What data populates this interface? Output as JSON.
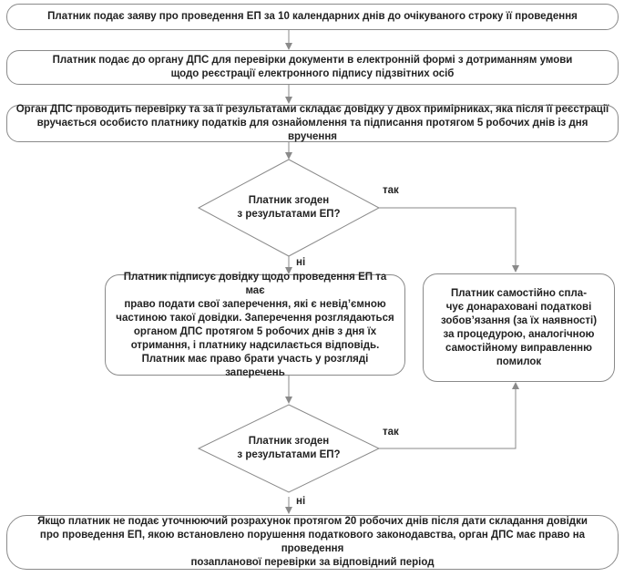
{
  "steps": {
    "s1": "Платник подає заяву про проведення ЕП за 10 календарних днів до очікуваного строку її проведення",
    "s2_line1": "Платник подає до органу ДПС для перевірки документи в електронній формі з дотриманням умови",
    "s2_line2": "щодо реєстрації електронного підпису підзвітних осіб",
    "s3_line1": "Орган ДПС проводить перевірку та за її результатами складає довідку у двох примірниках, яка після її реєстрації",
    "s3_line2": "вручається особисто платнику податків для ознайомлення та підписання протягом 5 робочих днів із дня вручення",
    "sign_lines": [
      "Платник підписує довідку щодо проведення ЕП та має",
      "право подати свої заперечення, які є невід’ємною",
      "частиною такої довідки. Заперечення розглядаються",
      "органом ДПС протягом 5 робочих днів з дня їх",
      "отримання, і платнику надсилається відповідь.",
      "Платник має право брати участь у розгляді заперечень"
    ],
    "self_lines": [
      "Платник самостійно спла-",
      "чує донараховані податкові",
      "зобов’язання (за їх наявності)",
      "за процедурою, аналогічною",
      "самостійному виправленню",
      "помилок"
    ],
    "final_lines": [
      "Якщо платник не подає уточнюючий розрахунок протягом 20 робочих днів після дати складання довідки",
      "про проведення ЕП, якою встановлено порушення податкового законодавства, орган ДПС має право на проведення",
      "позапланової перевірки за відповідний період"
    ]
  },
  "decisions": {
    "d1_line1": "Платник згоден",
    "d1_line2": "з результатами ЕП?",
    "d2_line1": "Платник згоден",
    "d2_line2": "з результатами ЕП?"
  },
  "labels": {
    "yes1": "так",
    "no1": "ні",
    "yes2": "так",
    "no2": "ні"
  },
  "colors": {
    "line": "#8a8a8a",
    "text": "#222222"
  }
}
